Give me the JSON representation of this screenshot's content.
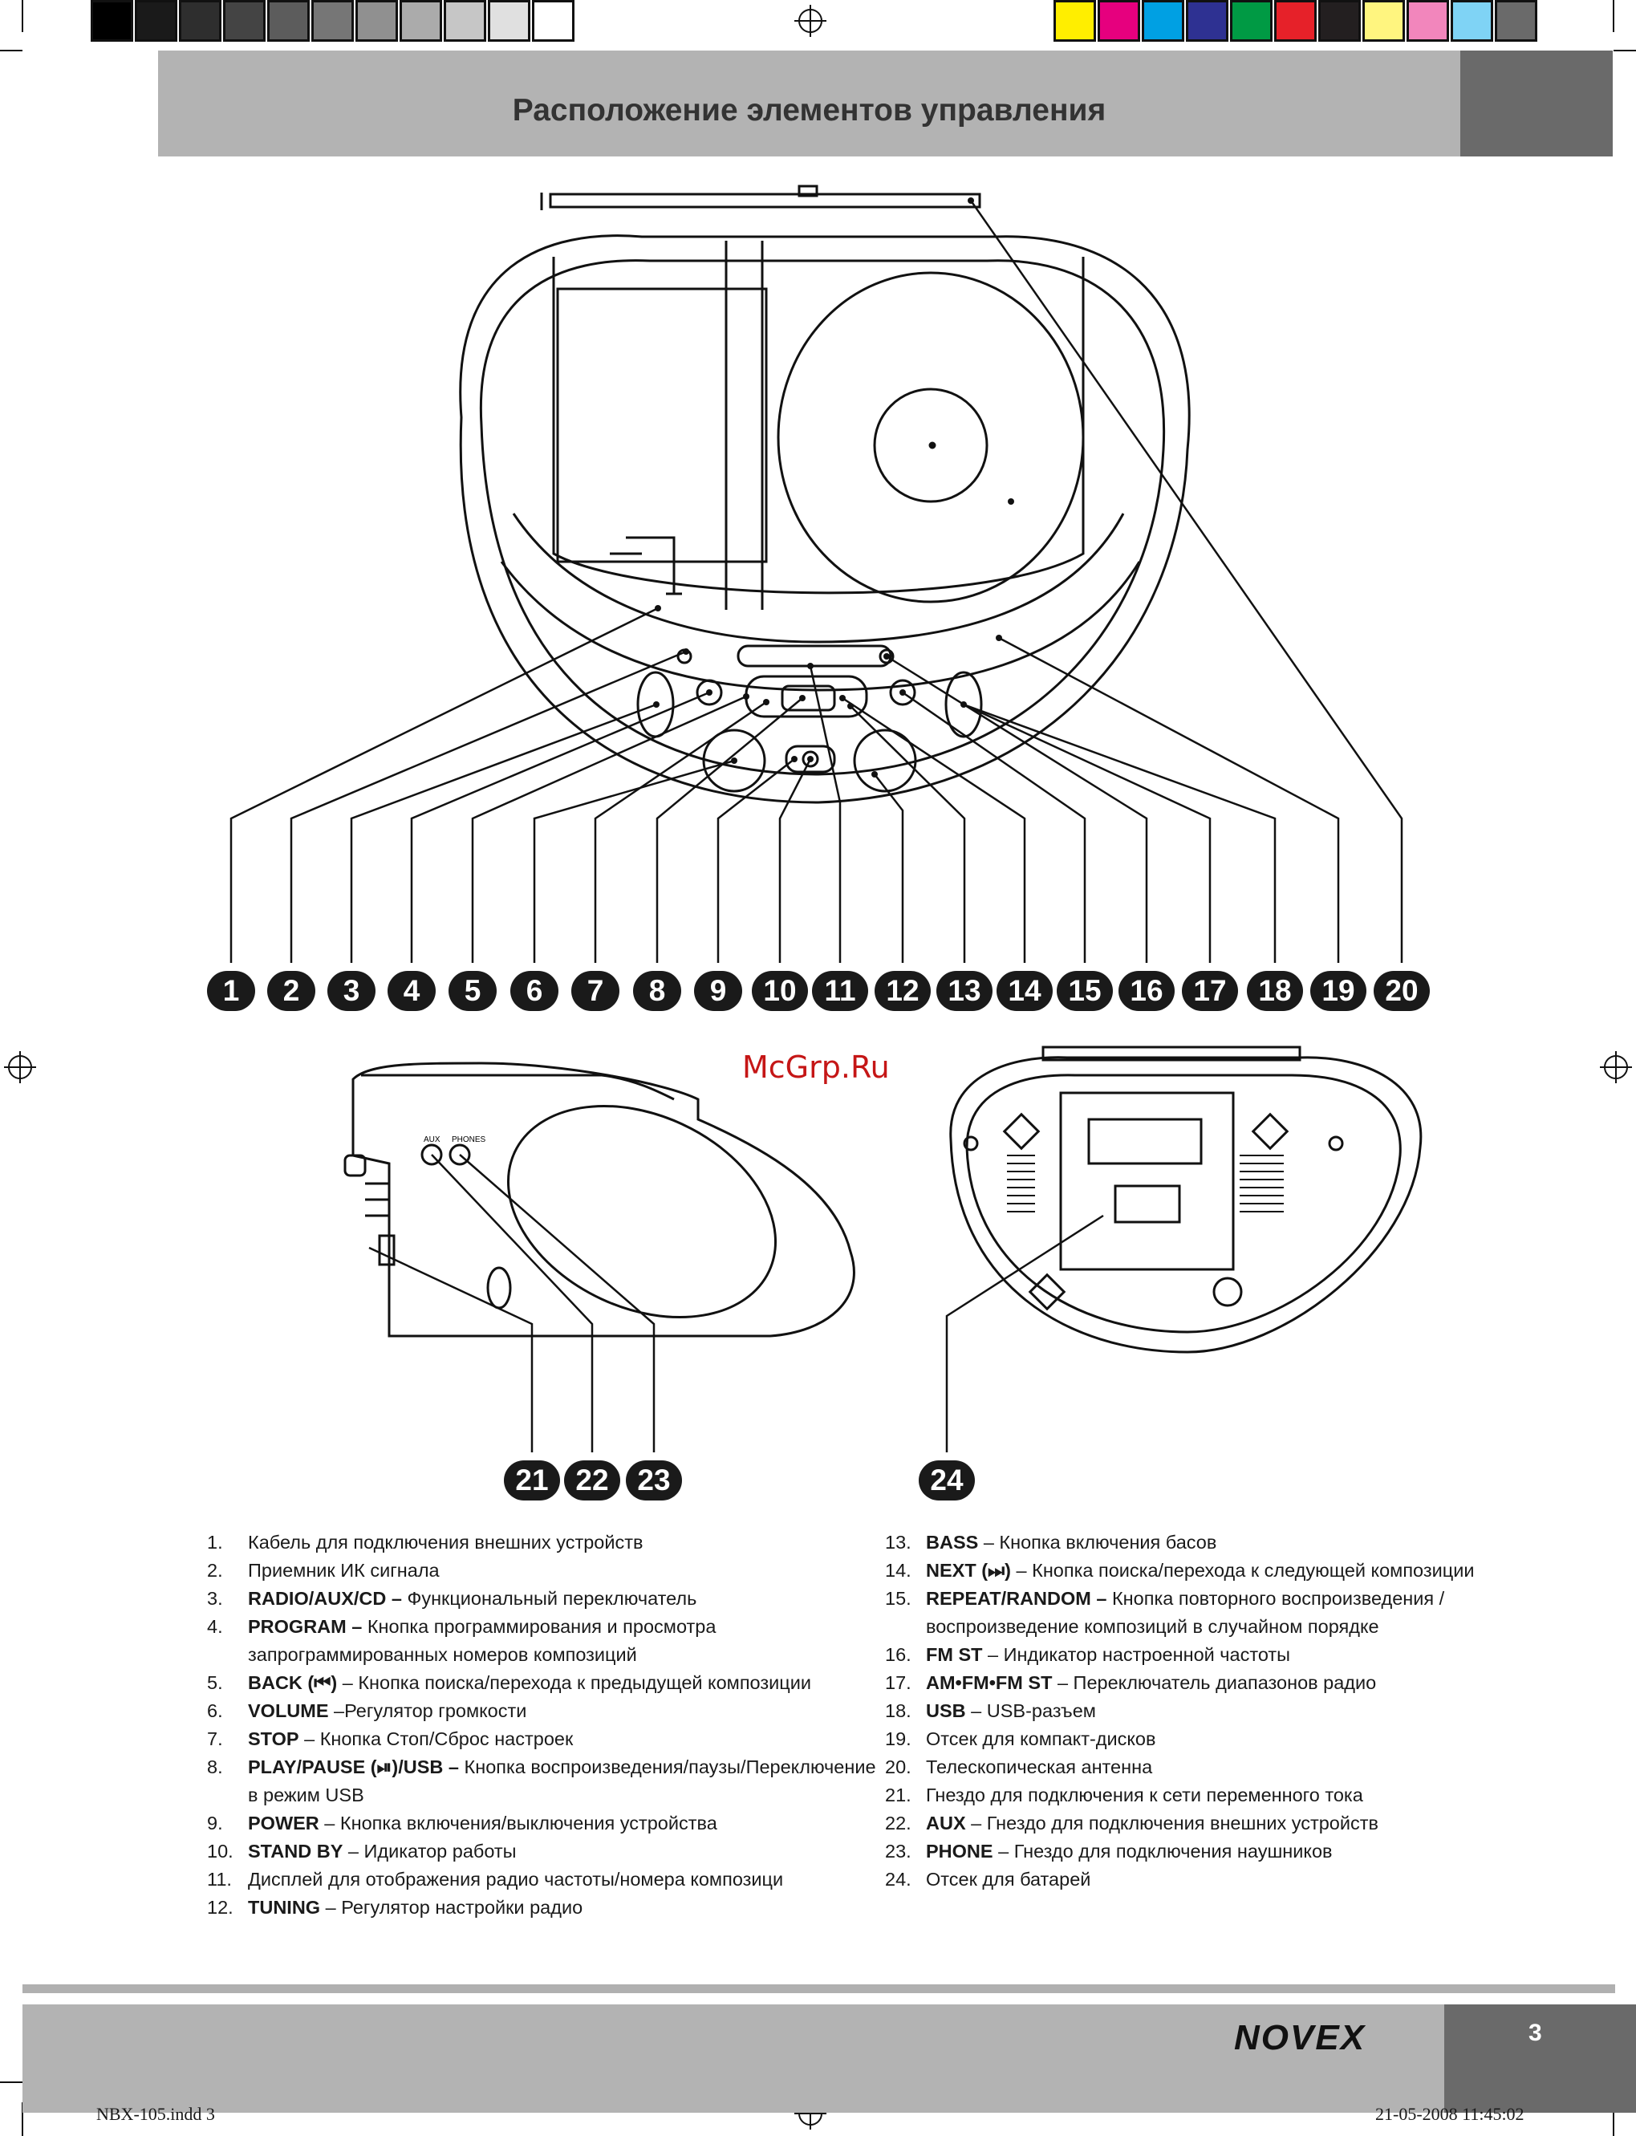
{
  "colors": {
    "gray_bars": [
      "#000000",
      "#1a1a1a",
      "#2e2e2e",
      "#444444",
      "#5c5c5c",
      "#767676",
      "#909090",
      "#ababab",
      "#c6c6c6",
      "#e0e0e0",
      "#ffffff"
    ],
    "color_bars": [
      "#ffee00",
      "#e6007e",
      "#00a0e3",
      "#2e3192",
      "#009a44",
      "#e62129",
      "#231f20",
      "#fff57f",
      "#f286bc",
      "#7fd3f5",
      "#6a6a6a"
    ],
    "badge": "#1a1a1a",
    "header_band": "#b3b3b3",
    "header_dark": "#6a6a6a",
    "watermark": "#c51616"
  },
  "header": {
    "title": "Расположение элементов управления"
  },
  "watermark": "McGrp.Ru",
  "badges": [
    "1",
    "2",
    "3",
    "4",
    "5",
    "6",
    "7",
    "8",
    "9",
    "10",
    "11",
    "12",
    "13",
    "14",
    "15",
    "16",
    "17",
    "18",
    "19",
    "20",
    "21",
    "22",
    "23",
    "24"
  ],
  "side_labels": {
    "aux": "AUX",
    "phones": "PHONES"
  },
  "legend_left": [
    {
      "n": "1.",
      "key": "",
      "text": "Кабель для подключения внешних устройств"
    },
    {
      "n": "2.",
      "key": "",
      "text": "Приемник ИК сигнала"
    },
    {
      "n": "3.",
      "key": "RADIO/AUX/CD –",
      "text": " Функциональный переключатель"
    },
    {
      "n": "4.",
      "key": "PROGRAM –",
      "text": " Кнопка программирования и просмотра запрограммированных номеров композиций"
    },
    {
      "n": "5.",
      "key": "BACK (⏮)",
      "text": " – Кнопка поиска/перехода к предыдущей композиции"
    },
    {
      "n": "6.",
      "key": "VOLUME",
      "text": " –Регулятор громкости"
    },
    {
      "n": "7.",
      "key": "STOP",
      "text": " – Кнопка Стоп/Сброс настроек"
    },
    {
      "n": "8.",
      "key": "PLAY/PAUSE (⏯)/USB –",
      "text": " Кнопка воспроизведения/паузы/Переключение в режим USB"
    },
    {
      "n": "9.",
      "key": "POWER",
      "text": " – Кнопка включения/выключения устройства"
    },
    {
      "n": "10.",
      "key": " STAND BY",
      "text": " – Идикатор работы"
    },
    {
      "n": "11.",
      "key": "",
      "text": "Дисплей для отображения радио частоты/номера композици"
    },
    {
      "n": "12.",
      "key": "TUNING",
      "text": " – Регулятор настройки радио"
    }
  ],
  "legend_right": [
    {
      "n": "13.",
      "key": "BASS",
      "text": " – Кнопка включения басов"
    },
    {
      "n": "14.",
      "key": "NEXT (⏭)",
      "text": " – Кнопка поиска/перехода к следующей композиции"
    },
    {
      "n": "15.",
      "key": "REPEAT/RANDOM –",
      "text": " Кнопка повторного воспроизведения /воспроизведение композиций в случайном порядке"
    },
    {
      "n": "16.",
      "key": "FM ST",
      "text": " – Индикатор настроенной частоты"
    },
    {
      "n": "17.",
      "key": "AM•FM•FM ST",
      "text": " – Переключатель диапазонов радио"
    },
    {
      "n": "18.",
      "key": "USB",
      "text": " – USB-разъем"
    },
    {
      "n": "19.",
      "key": "",
      "text": "Отсек для компакт-дисков"
    },
    {
      "n": "20.",
      "key": "",
      "text": "Телескопическая антенна"
    },
    {
      "n": "21.",
      "key": "",
      "text": "Гнездо для подключения к сети переменного тока"
    },
    {
      "n": "22.",
      "key": "AUX",
      "text": " – Гнездо для подключения внешних устройств"
    },
    {
      "n": "23.",
      "key": "PHONE",
      "text": " – Гнездо для подключения наушников"
    },
    {
      "n": "24.",
      "key": "",
      "text": "Отсек для батарей"
    }
  ],
  "footer": {
    "logo": "NOVEX",
    "page_number": "3",
    "slug_left": "NBX-105.indd   3",
    "slug_right": "21-05-2008   11:45:02"
  }
}
